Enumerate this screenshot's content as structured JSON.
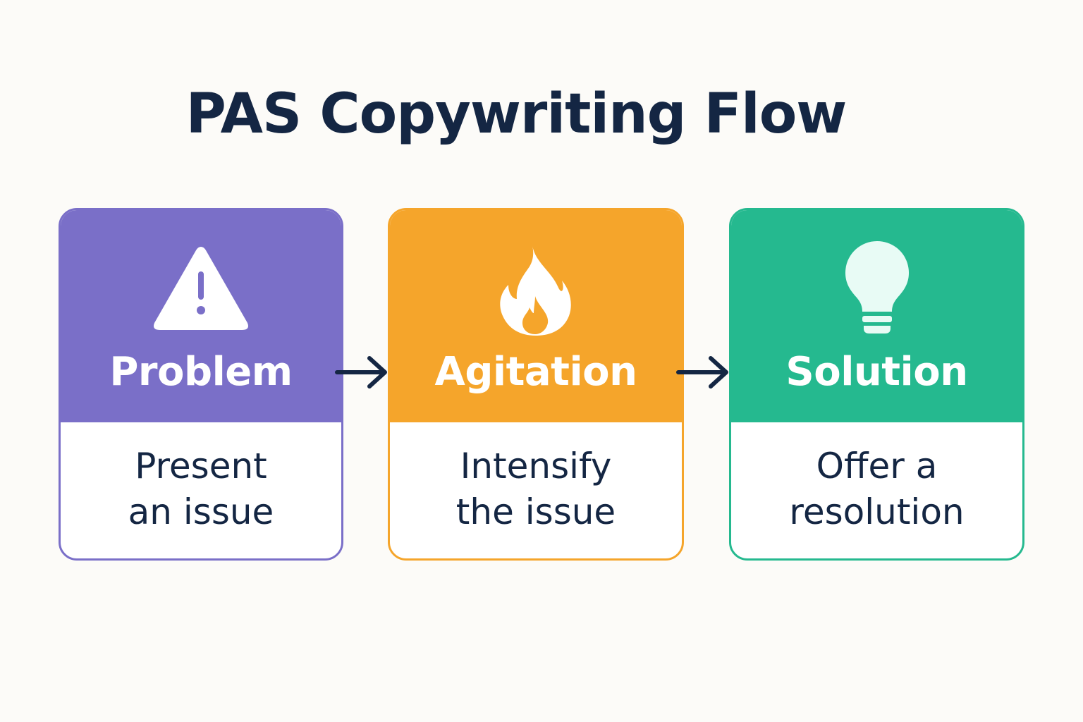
{
  "title": "PAS Copywriting Flow",
  "steps": [
    {
      "label": "Problem",
      "description": "Present\nan issue",
      "icon": "warning-icon",
      "color": "#7a6fc8"
    },
    {
      "label": "Agitation",
      "description": "Intensify\nthe issue",
      "icon": "flame-icon",
      "color": "#f5a52b"
    },
    {
      "label": "Solution",
      "description": "Offer a\nresolution",
      "icon": "lightbulb-icon",
      "color": "#25b98f"
    }
  ],
  "colors": {
    "text": "#142643",
    "background": "#fcfbf8",
    "arrow": "#142643"
  }
}
